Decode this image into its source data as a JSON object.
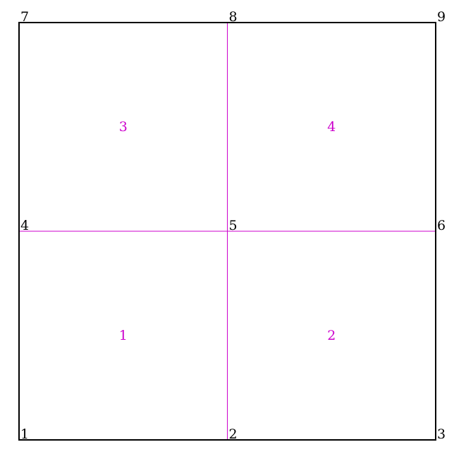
{
  "mesh": {
    "grid_columns": 2,
    "grid_rows": 2,
    "nodes": [
      {
        "id": "1",
        "col": 0,
        "row": 0
      },
      {
        "id": "2",
        "col": 1,
        "row": 0
      },
      {
        "id": "3",
        "col": 2,
        "row": 0
      },
      {
        "id": "4",
        "col": 0,
        "row": 1
      },
      {
        "id": "5",
        "col": 1,
        "row": 1
      },
      {
        "id": "6",
        "col": 2,
        "row": 1
      },
      {
        "id": "7",
        "col": 0,
        "row": 2
      },
      {
        "id": "8",
        "col": 1,
        "row": 2
      },
      {
        "id": "9",
        "col": 2,
        "row": 2
      }
    ],
    "elements": [
      {
        "id": "1",
        "col": 0,
        "row": 0
      },
      {
        "id": "2",
        "col": 1,
        "row": 0
      },
      {
        "id": "3",
        "col": 0,
        "row": 1
      },
      {
        "id": "4",
        "col": 1,
        "row": 1
      }
    ],
    "colors": {
      "boundary": "#000000",
      "interior_lines": "#cc00cc",
      "element_labels": "#cc00cc",
      "node_labels": "#000000",
      "background": "#ffffff"
    }
  }
}
